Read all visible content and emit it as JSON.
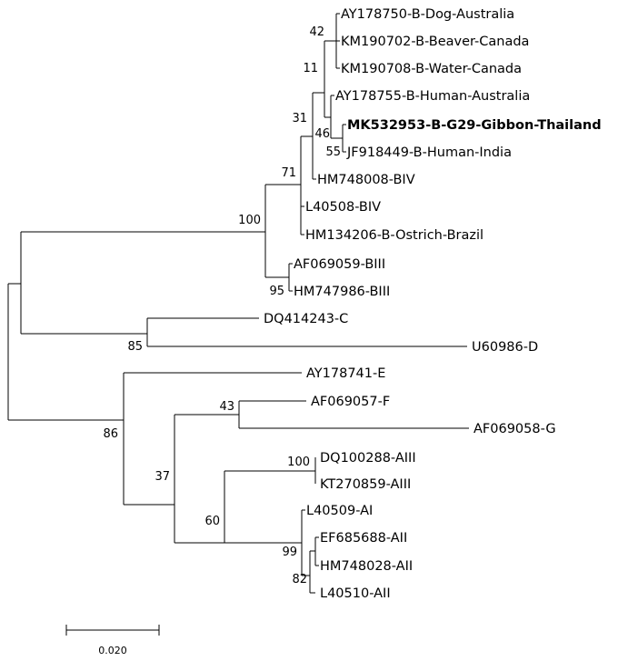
{
  "tree": {
    "leaves": [
      {
        "id": "l1",
        "label": "AY178750-B-Dog-Australia"
      },
      {
        "id": "l2",
        "label": "KM190702-B-Beaver-Canada"
      },
      {
        "id": "l3",
        "label": "KM190708-B-Water-Canada"
      },
      {
        "id": "l4",
        "label": "AY178755-B-Human-Australia"
      },
      {
        "id": "l5",
        "label": "MK532953-B-G29-Gibbon-Thailand",
        "highlight": true
      },
      {
        "id": "l6",
        "label": "JF918449-B-Human-India"
      },
      {
        "id": "l7",
        "label": "HM748008-BIV"
      },
      {
        "id": "l8",
        "label": "L40508-BIV"
      },
      {
        "id": "l9",
        "label": "HM134206-B-Ostrich-Brazil"
      },
      {
        "id": "l10",
        "label": "AF069059-BIII"
      },
      {
        "id": "l11",
        "label": "HM747986-BIII"
      },
      {
        "id": "l12",
        "label": "DQ414243-C"
      },
      {
        "id": "l13",
        "label": "U60986-D"
      },
      {
        "id": "l14",
        "label": "AY178741-E"
      },
      {
        "id": "l15",
        "label": "AF069057-F"
      },
      {
        "id": "l16",
        "label": "AF069058-G"
      },
      {
        "id": "l17",
        "label": "DQ100288-AIII"
      },
      {
        "id": "l18",
        "label": "KT270859-AIII"
      },
      {
        "id": "l19",
        "label": "L40509-AI"
      },
      {
        "id": "l20",
        "label": "EF685688-AII"
      },
      {
        "id": "l21",
        "label": "HM748028-AII"
      },
      {
        "id": "l22",
        "label": "L40510-AII"
      }
    ],
    "bootstrap": [
      {
        "id": "b42",
        "value": "42"
      },
      {
        "id": "b11",
        "value": "11"
      },
      {
        "id": "b31",
        "value": "31"
      },
      {
        "id": "b46",
        "value": "46"
      },
      {
        "id": "b55",
        "value": "55"
      },
      {
        "id": "b71",
        "value": "71"
      },
      {
        "id": "b100a",
        "value": "100"
      },
      {
        "id": "b95",
        "value": "95"
      },
      {
        "id": "b85",
        "value": "85"
      },
      {
        "id": "b86",
        "value": "86"
      },
      {
        "id": "b43",
        "value": "43"
      },
      {
        "id": "b37",
        "value": "37"
      },
      {
        "id": "b100b",
        "value": "100"
      },
      {
        "id": "b60",
        "value": "60"
      },
      {
        "id": "b99",
        "value": "99"
      },
      {
        "id": "b82",
        "value": "82"
      }
    ],
    "scale_bar": {
      "value": "0.020"
    }
  },
  "colors": {
    "line": "#000000",
    "text": "#000000",
    "background": "#ffffff"
  }
}
